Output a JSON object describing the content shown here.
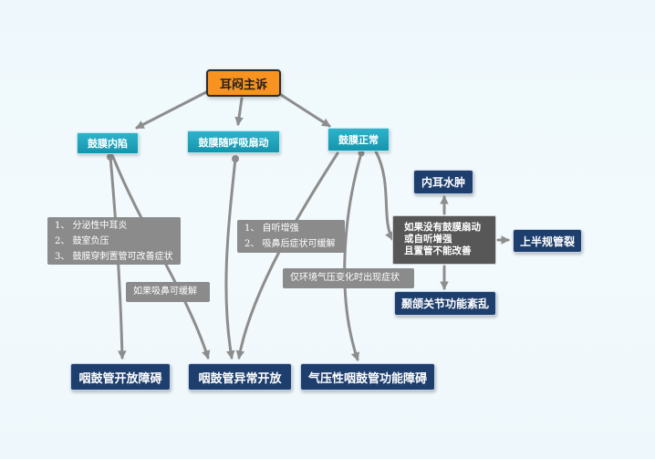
{
  "root": "耳闷主诉",
  "level1": {
    "retracted": "鼓膜内陷",
    "fluttering": "鼓膜随呼吸扇动",
    "normal": "鼓膜正常"
  },
  "notes": {
    "retracted_causes": [
      "1、 分泌性中耳炎",
      "2、 鼓室负压",
      "3、 鼓膜穿刺置管可改善症状"
    ],
    "sniff_relief": "如果吸鼻可缓解",
    "patulous_signs": [
      "1、 自听增强",
      "2、 吸鼻后症状可缓解"
    ],
    "pressure_only": "仅环境气压变化时出现症状"
  },
  "decision": [
    "如果没有鼓膜扇动",
    "或自听增强",
    "且置管不能改善"
  ],
  "outcomes": {
    "obstructive": "咽鼓管开放障碍",
    "patulous": "咽鼓管异常开放",
    "baro": "气压性咽鼓管功能障碍",
    "hydrops": "内耳水肿",
    "canal": "上半规管裂",
    "tmj": "颞颌关节功能紊乱"
  },
  "colors": {
    "root_fill": "#f7931e",
    "teal": "#1b9fb7",
    "navy": "#1e3f6e",
    "grey_note": "#8b8b8b",
    "dark_box": "#575757",
    "arrow": "#8d8d8d"
  }
}
